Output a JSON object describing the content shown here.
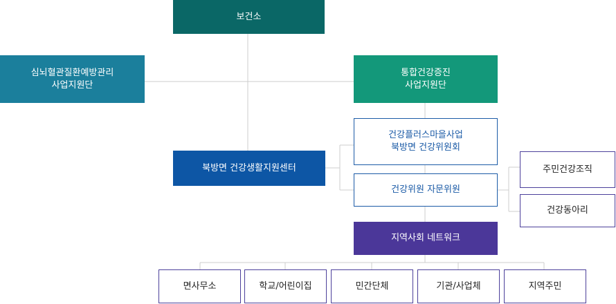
{
  "org": {
    "health_center": "보건소",
    "cardio": {
      "line1": "심뇌혈관질환예방관리",
      "line2": "사업지원단"
    },
    "integrated": {
      "line1": "통합건강증진",
      "line2": "사업지원단"
    },
    "living_center": "북방면 건강생활지원센터",
    "plus_village": {
      "line1": "건강플러스마을사업",
      "line2": "북방면 건강위원회"
    },
    "advisory": "건강위원 자문위원",
    "resident_org": "주민건강조직",
    "club": "건강동아리",
    "network": "지역사회 네트워크",
    "partners": [
      "면사무소",
      "학교/어린이집",
      "민간단체",
      "기관/사업체",
      "지역주민"
    ]
  },
  "colors": {
    "teal_dark": "#0a6766",
    "teal_blue": "#1b7f9c",
    "green": "#13987a",
    "navy": "#0d56a5",
    "purple": "#4b3799",
    "outline_blue": "#1a5aa6",
    "line_gray": "#cccccc"
  }
}
